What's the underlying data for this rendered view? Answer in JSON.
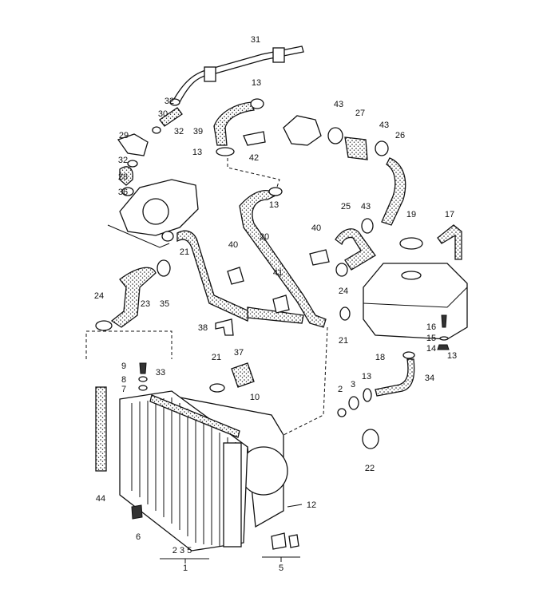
{
  "diagram": {
    "title": "Radiator / coolant hose exploded parts view",
    "labels": [
      {
        "id": "31",
        "text": "31"
      },
      {
        "id": "32a",
        "text": "32"
      },
      {
        "id": "30",
        "text": "30"
      },
      {
        "id": "13a",
        "text": "13"
      },
      {
        "id": "32b",
        "text": "32"
      },
      {
        "id": "29",
        "text": "29"
      },
      {
        "id": "39",
        "text": "39"
      },
      {
        "id": "42",
        "text": "42"
      },
      {
        "id": "13b",
        "text": "13"
      },
      {
        "id": "43a",
        "text": "43"
      },
      {
        "id": "27",
        "text": "27"
      },
      {
        "id": "43b",
        "text": "43"
      },
      {
        "id": "26",
        "text": "26"
      },
      {
        "id": "32c",
        "text": "32"
      },
      {
        "id": "28",
        "text": "28"
      },
      {
        "id": "36",
        "text": "36"
      },
      {
        "id": "13c",
        "text": "13"
      },
      {
        "id": "20",
        "text": "20"
      },
      {
        "id": "25",
        "text": "25"
      },
      {
        "id": "43c",
        "text": "43"
      },
      {
        "id": "19",
        "text": "19"
      },
      {
        "id": "17",
        "text": "17"
      },
      {
        "id": "40a",
        "text": "40"
      },
      {
        "id": "40b",
        "text": "40"
      },
      {
        "id": "21a",
        "text": "21"
      },
      {
        "id": "41",
        "text": "41"
      },
      {
        "id": "24a",
        "text": "24"
      },
      {
        "id": "24b",
        "text": "24"
      },
      {
        "id": "23",
        "text": "23"
      },
      {
        "id": "35",
        "text": "35"
      },
      {
        "id": "21b",
        "text": "21"
      },
      {
        "id": "18",
        "text": "18"
      },
      {
        "id": "16",
        "text": "16"
      },
      {
        "id": "15",
        "text": "15"
      },
      {
        "id": "14",
        "text": "14"
      },
      {
        "id": "13d",
        "text": "13"
      },
      {
        "id": "34",
        "text": "34"
      },
      {
        "id": "38",
        "text": "38"
      },
      {
        "id": "9",
        "text": "9"
      },
      {
        "id": "8",
        "text": "8"
      },
      {
        "id": "7",
        "text": "7"
      },
      {
        "id": "33",
        "text": "33"
      },
      {
        "id": "21c",
        "text": "21"
      },
      {
        "id": "37",
        "text": "37"
      },
      {
        "id": "10",
        "text": "10"
      },
      {
        "id": "2a",
        "text": "2"
      },
      {
        "id": "3a",
        "text": "3"
      },
      {
        "id": "13e",
        "text": "13"
      },
      {
        "id": "44",
        "text": "44"
      },
      {
        "id": "22",
        "text": "22"
      },
      {
        "id": "12",
        "text": "12"
      },
      {
        "id": "6",
        "text": "6"
      },
      {
        "id": "235",
        "text": "2  3   5"
      },
      {
        "id": "1",
        "text": "1"
      },
      {
        "id": "5",
        "text": "5"
      }
    ]
  }
}
